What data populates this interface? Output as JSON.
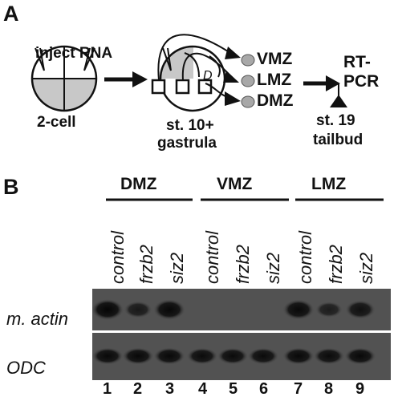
{
  "panels": {
    "a": "A",
    "b": "B"
  },
  "schematic": {
    "inject": "inject RNA",
    "cell_stage": "2-cell",
    "gastrula_stage": "st. 10+",
    "gastrula_label": "gastrula",
    "dorsal_mark": "D",
    "zones": [
      "VMZ",
      "LMZ",
      "DMZ"
    ],
    "assay_line1": "RT-",
    "assay_line2": "PCR",
    "tailbud_stage": "st. 19",
    "tailbud_label": "tailbud"
  },
  "gel": {
    "groups": [
      "DMZ",
      "VMZ",
      "LMZ"
    ],
    "lanes": [
      "control",
      "frzb2",
      "siz2",
      "control",
      "frzb2",
      "siz2",
      "control",
      "frzb2",
      "siz2"
    ],
    "lane_numbers": [
      "1",
      "2",
      "3",
      "4",
      "5",
      "6",
      "7",
      "8",
      "9"
    ],
    "markers": [
      "m. actin",
      "ODC"
    ],
    "band_intensity": {
      "m. actin": [
        1.0,
        0.55,
        0.95,
        0,
        0,
        0,
        0.9,
        0.45,
        0.75
      ],
      "ODC": [
        0.9,
        0.9,
        0.9,
        0.85,
        0.85,
        0.85,
        0.9,
        0.85,
        0.9
      ]
    }
  }
}
